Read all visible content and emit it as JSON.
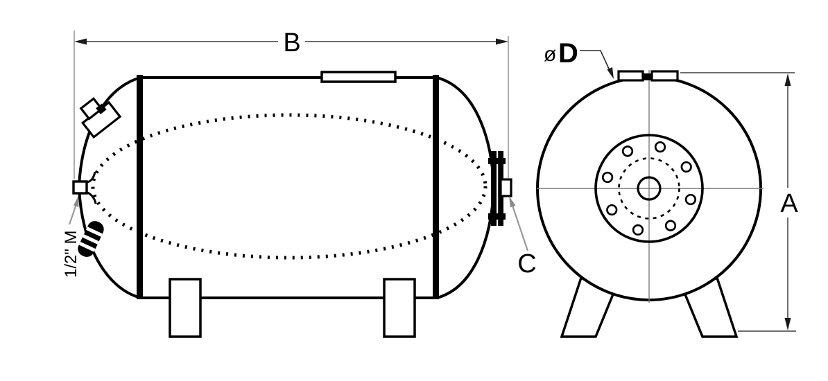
{
  "drawing": {
    "title": "horizontal-pressure-tank-dimension-drawing",
    "side_view": {
      "dim_length_label": "B",
      "flange_label": "C",
      "port_label": "1/2\" M"
    },
    "front_view": {
      "dim_height_label": "A",
      "diameter_symbol": "ø",
      "diameter_label": "D"
    },
    "colors": {
      "line": "#000000",
      "dim_line": "#3d3d3d",
      "centerline": "#7a7a7a",
      "leader": "#9a9a9a",
      "background": "#ffffff"
    }
  }
}
